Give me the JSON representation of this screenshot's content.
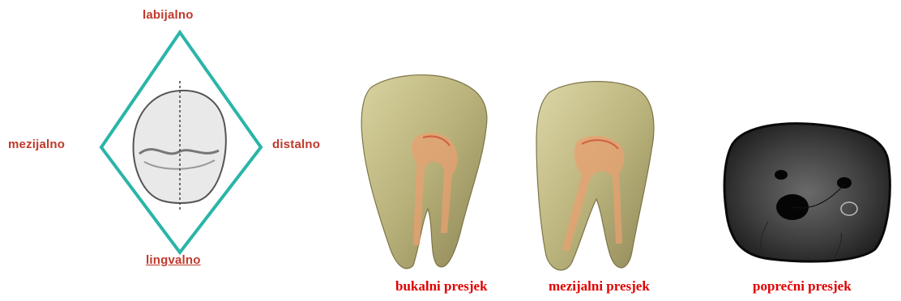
{
  "orientation": {
    "top": "labijalno",
    "left": "mezijalno",
    "right": "distalno",
    "bottom": "lingvalno",
    "diamond_color": "#2ab5a8"
  },
  "sections": {
    "buccal": "bukalni presjek",
    "mesial": "mezijalni presjek",
    "cross": "poprečni presjek"
  },
  "colors": {
    "label_red": "#e00000",
    "tooth_enamel": "#c9c08a",
    "pulp": "#e8a070"
  }
}
